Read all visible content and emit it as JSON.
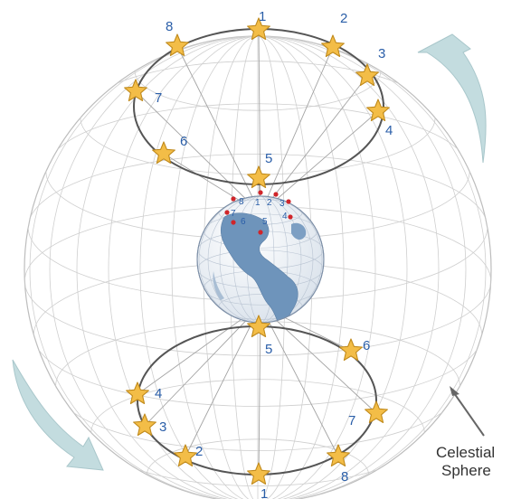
{
  "colors": {
    "grid": "#c9c9c9",
    "ring": "#555555",
    "spoke": "#9a9a9a",
    "star_fill": "#f3bd47",
    "star_stroke": "#c08a1c",
    "label": "#2a5ea8",
    "arrow": "#c3dcdf",
    "dot": "#d0252a",
    "earth_ocean": "#eef2f6",
    "earth_land": "#6e94bb"
  },
  "top_ring": {
    "labels": [
      "1",
      "2",
      "3",
      "4",
      "5",
      "6",
      "7",
      "8"
    ]
  },
  "bottom_ring": {
    "labels": [
      "1",
      "2",
      "3",
      "4",
      "5",
      "6",
      "7",
      "8"
    ]
  },
  "earth_dots": {
    "labels": [
      "1",
      "2",
      "3",
      "4",
      "5",
      "6",
      "7",
      "8"
    ]
  },
  "caption": {
    "line1": "Celestial",
    "line2": "Sphere"
  },
  "icons": {
    "rotation_arrow_top": "curved-arrow-icon",
    "rotation_arrow_bottom": "curved-arrow-icon",
    "pointer": "arrow-pointer-icon",
    "star": "star-icon"
  }
}
